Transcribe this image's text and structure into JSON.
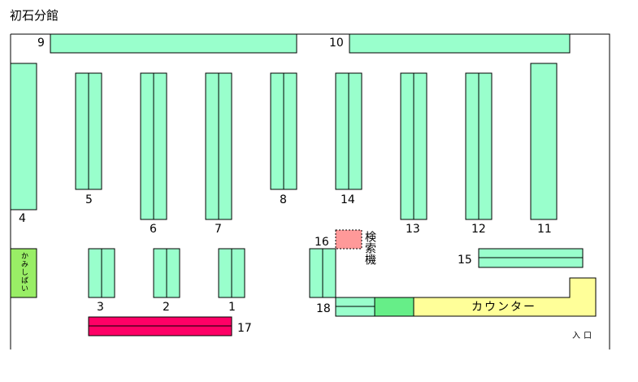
{
  "title": "初石分館",
  "colors": {
    "shelf": "#99ffcc",
    "counter": "#ffff99",
    "counter_side": "#66ee88",
    "magazine": "#99ee66",
    "terminal": "#ff9999",
    "red_shelf": "#ff0066"
  },
  "shelves": {
    "s1": "1",
    "s2": "2",
    "s3": "3",
    "s4": "4",
    "s5": "5",
    "s6": "6",
    "s7": "7",
    "s8": "8",
    "s9": "9",
    "s10": "10",
    "s11": "11",
    "s12": "12",
    "s13": "13",
    "s14": "14",
    "s15": "15",
    "s16": "16",
    "s17": "17",
    "s18": "18"
  },
  "kamishibai": "かみしばい",
  "search_terminal": "検索機",
  "counter": "カウンター",
  "entrance": "入口"
}
